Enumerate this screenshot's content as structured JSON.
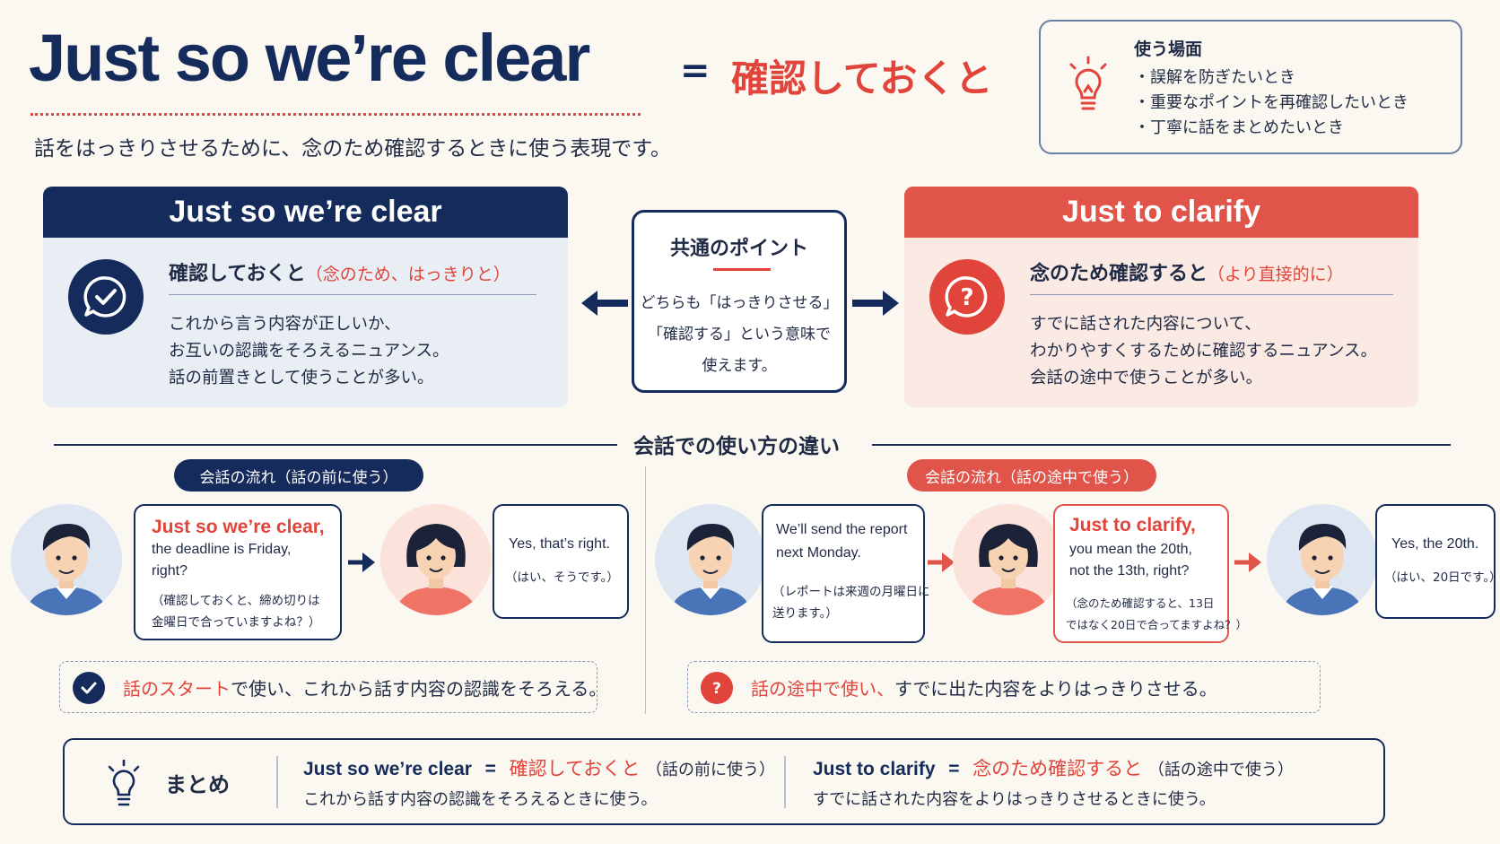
{
  "header": {
    "title": "Just so we’re clear",
    "equals": "=",
    "title_jp": "確認しておくと",
    "subtitle": "話をはっきりさせるために、念のため確認するときに使う表現です。"
  },
  "usage": {
    "title": "使う場面",
    "items": [
      "・誤解を防ぎたいとき",
      "・重要なポイントを再確認したいとき",
      "・丁寧に話をまとめたいとき"
    ],
    "icon": "lightbulb-icon"
  },
  "left_card": {
    "heading": "Just so we’re clear",
    "subtitle": "確認しておくと",
    "note": "（念のため、はっきりと）",
    "lines": [
      "これから言う内容が正しいか、",
      "お互いの認識をそろえるニュアンス。",
      "話の前置きとして使うことが多い。"
    ],
    "icon": "check-chat-icon"
  },
  "right_card": {
    "heading": "Just to clarify",
    "subtitle": "念のため確認すると",
    "note": "（より直接的に）",
    "lines": [
      "すでに話された内容について、",
      "わかりやすくするために確認するニュアンス。",
      "会話の途中で使うことが多い。"
    ],
    "icon": "question-chat-icon"
  },
  "common": {
    "title": "共通のポイント",
    "lines": [
      "どちらも「はっきりさせる」",
      "「確認する」という意味で",
      "使えます。"
    ]
  },
  "section": {
    "title": "会話での使い方の違い"
  },
  "left_flow": {
    "pill": "会話の流れ（話の前に使う）",
    "bubble1": {
      "head": "Just so we’re clear,",
      "en": [
        "the deadline is Friday,",
        "right?"
      ],
      "jp": [
        "（確認しておくと、締め切りは",
        "金曜日で合っていますよね？）"
      ]
    },
    "bubble2": {
      "en": "Yes, that’s right.",
      "jp": "（はい、そうです。）"
    },
    "note_highlight": "話のスタート",
    "note_rest": "で使い、これから話す内容の認識をそろえる。"
  },
  "right_flow": {
    "pill": "会話の流れ（話の途中で使う）",
    "bubble1": {
      "en": [
        "We’ll send the report",
        "next Monday."
      ],
      "jp": [
        "（レポートは来週の月曜日に",
        "送ります。）"
      ]
    },
    "bubble2": {
      "head": "Just to clarify,",
      "en": [
        "you mean the 20th,",
        "not the 13th, right?"
      ],
      "jp": [
        "（念のため確認すると、13日",
        "ではなく20日で合ってますよね？）"
      ]
    },
    "bubble3": {
      "en": "Yes, the 20th.",
      "jp": "（はい、20日です。）"
    },
    "note_highlight": "話の途中で使い、",
    "note_rest": "すでに出た内容をよりはっきりさせる。"
  },
  "summary": {
    "label": "まとめ",
    "left": {
      "en": "Just so we’re clear",
      "eq": "=",
      "jp": "確認しておくと",
      "paren": "（話の前に使う）",
      "desc": "これから話す内容の認識をそろえるときに使う。"
    },
    "right": {
      "en": "Just to clarify",
      "eq": "=",
      "jp": "念のため確認すると",
      "paren": "（話の途中で使う）",
      "desc": "すでに話された内容をよりはっきりさせるときに使う。"
    }
  },
  "colors": {
    "navy": "#142b5c",
    "red": "#e0443a",
    "background": "#fbf8f1"
  }
}
